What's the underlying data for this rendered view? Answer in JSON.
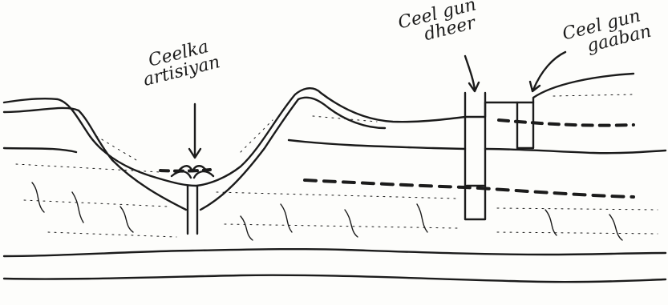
{
  "labels": {
    "artesian_well": {
      "line1": "Ceelka",
      "line2": "artisiyan"
    },
    "deep_well": {
      "line1": "Ceel gun",
      "line2": "dheer"
    },
    "shallow_well": {
      "line1": "Ceel gun",
      "line2": "gaaban"
    }
  },
  "colors": {
    "ink": "#1b1b1b",
    "paper": "#fdfdfb"
  }
}
